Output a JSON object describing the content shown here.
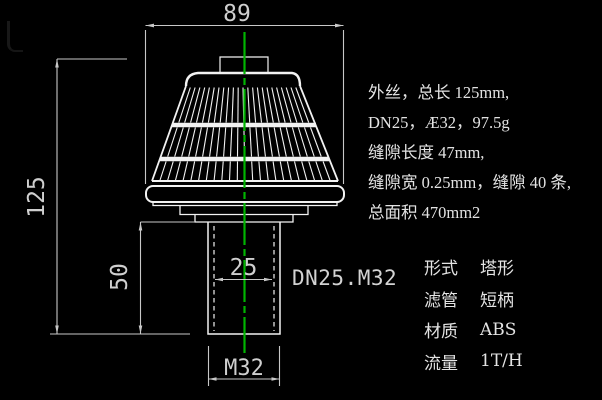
{
  "drawing": {
    "title_hint": "tower-type water filter cap (CAD drawing)",
    "dimensions": {
      "top_width": "89",
      "total_height": "125",
      "stem_height": "50",
      "stem_inner": "25",
      "thread_bottom": "M32",
      "thread_spec": "DN25.M32"
    },
    "colors": {
      "background": "#000000",
      "outline": "#f2f2f2",
      "dimension": "#cfcfcf",
      "centerline": "#00b400",
      "text": "#e3e3e3"
    }
  },
  "notes": {
    "lines": [
      "外丝，总长 125mm,",
      "DN25，Æ32，97.5g",
      "缝隙长度 47mm,",
      "缝隙宽 0.25mm，缝隙 40 条,",
      "总面积 470mm2"
    ]
  },
  "spec_table": {
    "rows": [
      {
        "label": "形式",
        "value": "塔形"
      },
      {
        "label": "滤管",
        "value": "短柄"
      },
      {
        "label": "材质",
        "value": "ABS"
      },
      {
        "label": "流量",
        "value": "1T/H"
      }
    ]
  }
}
